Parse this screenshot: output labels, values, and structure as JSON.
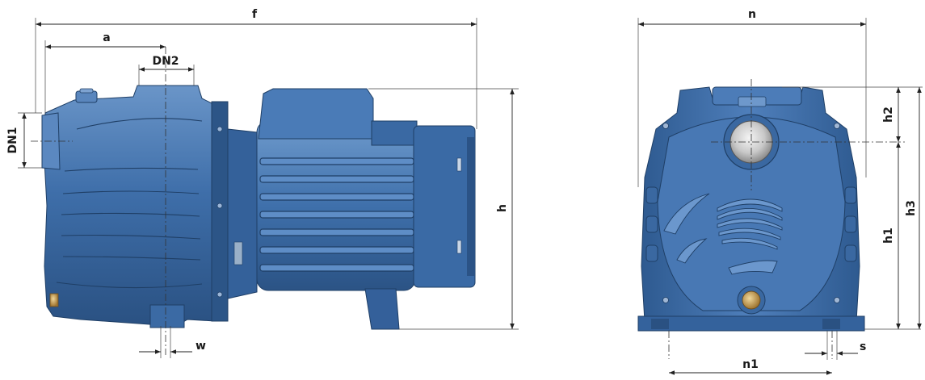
{
  "colors": {
    "pump_body": "#3e6ea9",
    "pump_light": "#6a95c8",
    "pump_dark": "#2a5182",
    "pump_shadow": "#1f3f66",
    "brass": "#c89a4a",
    "dimension_line": "#222222"
  },
  "side_view": {
    "labels": {
      "f": "f",
      "a": "a",
      "dn2": "DN2",
      "dn1": "DN1",
      "h": "h",
      "w": "w"
    }
  },
  "front_view": {
    "labels": {
      "n": "n",
      "h2": "h2",
      "h1": "h1",
      "h3": "h3",
      "n1": "n1",
      "s": "s"
    }
  }
}
